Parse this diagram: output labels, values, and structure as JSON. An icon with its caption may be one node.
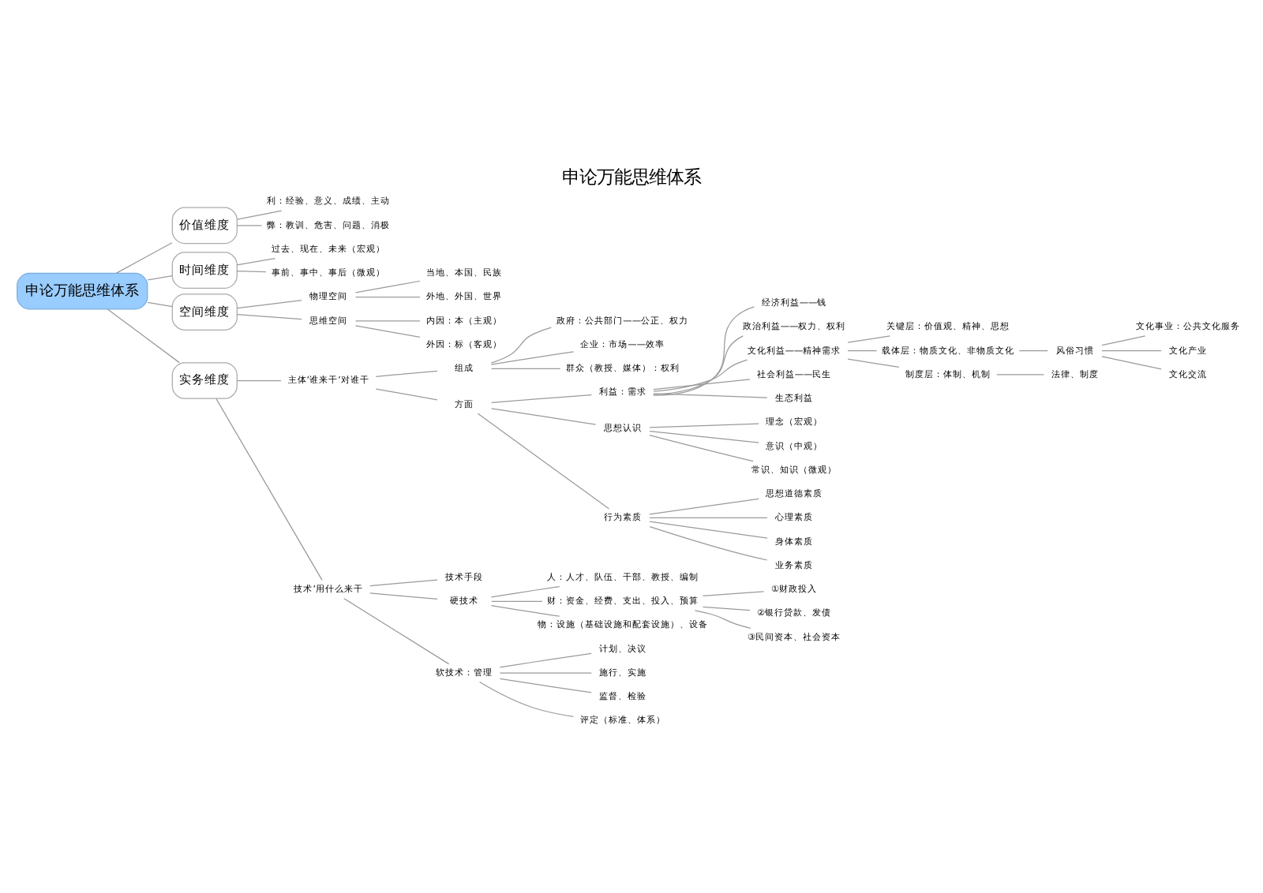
{
  "diagram": {
    "title": "申论万能思维体系",
    "nodes": [
      {
        "text": [
          "申论万能思维体系"
        ]
      },
      {
        "text": [
          "价值维度"
        ]
      },
      {
        "text": [
          "利：经验、意义、成绩、主动"
        ]
      },
      {
        "text": [
          "弊：教训、危害、问题、消极"
        ]
      },
      {
        "text": [
          "时间维度"
        ]
      },
      {
        "text": [
          "过去、现在、未来（宏观）"
        ]
      },
      {
        "text": [
          "事前、事中、事后（微观）"
        ]
      },
      {
        "text": [
          "空间维度"
        ]
      },
      {
        "text": [
          "物理空间"
        ]
      },
      {
        "text": [
          "当地、本国、民族"
        ]
      },
      {
        "text": [
          "外地、外国、世界"
        ]
      },
      {
        "text": [
          "思维空间"
        ]
      },
      {
        "text": [
          "内因：本（主观）"
        ]
      },
      {
        "text": [
          "外因：标（客观）"
        ]
      },
      {
        "text": [
          "实务维度"
        ]
      },
      {
        "text": [
          "主体‘谁来干‘对谁干"
        ]
      },
      {
        "text": [
          "组成"
        ]
      },
      {
        "text": [
          "政府：公共部门——公正、权力"
        ]
      },
      {
        "text": [
          "企业：市场——效率"
        ]
      },
      {
        "text": [
          "群众（教授、媒体）：权利"
        ]
      },
      {
        "text": [
          "方面"
        ]
      },
      {
        "text": [
          "利益：需求"
        ]
      },
      {
        "text": [
          "经济利益——钱"
        ]
      },
      {
        "text": [
          "政治利益——权力、权利"
        ]
      },
      {
        "text": [
          "文化利益——精神需求"
        ]
      },
      {
        "text": [
          "关键层：价值观、精神、思想"
        ]
      },
      {
        "text": [
          "载体层：物质文化、非物质文化"
        ]
      },
      {
        "text": [
          "风俗习惯"
        ]
      },
      {
        "text": [
          "文化事业：公共文化服务"
        ]
      },
      {
        "text": [
          "文化产业"
        ]
      },
      {
        "text": [
          "文化交流"
        ]
      },
      {
        "text": [
          "制度层：体制、机制"
        ]
      },
      {
        "text": [
          "法律、制度"
        ]
      },
      {
        "text": [
          "社会利益——民生"
        ]
      },
      {
        "text": [
          "生态利益"
        ]
      },
      {
        "text": [
          "思想认识"
        ]
      },
      {
        "text": [
          "理念（宏观）"
        ]
      },
      {
        "text": [
          "意识（中观）"
        ]
      },
      {
        "text": [
          "常识、知识（微观）"
        ]
      },
      {
        "text": [
          "行为素质"
        ]
      },
      {
        "text": [
          "思想道德素质"
        ]
      },
      {
        "text": [
          "心理素质"
        ]
      },
      {
        "text": [
          "身体素质"
        ]
      },
      {
        "text": [
          "业务素质"
        ]
      },
      {
        "text": [
          "技术‘用什么来干"
        ]
      },
      {
        "text": [
          "技术手段"
        ]
      },
      {
        "text": [
          "硬技术"
        ]
      },
      {
        "text": [
          "人：人才、队伍、干部、教授、编制"
        ]
      },
      {
        "text": [
          "财：资金、经费、支出、投入、预算"
        ]
      },
      {
        "text": [
          "①财政投入"
        ]
      },
      {
        "text": [
          "②银行贷款、发债"
        ]
      },
      {
        "text": [
          "③民间资本、社会资本"
        ]
      },
      {
        "text": [
          "物：设施（基础设施和配套设施）、设备"
        ]
      },
      {
        "text": [
          "软技术：管理"
        ]
      },
      {
        "text": [
          "计划、决议"
        ]
      },
      {
        "text": [
          "施行、实施"
        ]
      },
      {
        "text": [
          "监督、检验"
        ]
      },
      {
        "text": [
          "评定（标准、体系）"
        ]
      }
    ],
    "edges": [
      {
        "from": 0,
        "to": 1,
        "arrow": "none"
      },
      {
        "from": 1,
        "to": 2,
        "arrow": "none"
      },
      {
        "from": 1,
        "to": 3,
        "arrow": "none"
      },
      {
        "from": 0,
        "to": 4,
        "arrow": "none"
      },
      {
        "from": 4,
        "to": 5,
        "arrow": "none"
      },
      {
        "from": 4,
        "to": 6,
        "arrow": "none"
      },
      {
        "from": 0,
        "to": 7,
        "arrow": "none"
      },
      {
        "from": 7,
        "to": 8,
        "arrow": "none"
      },
      {
        "from": 8,
        "to": 9,
        "arrow": "none"
      },
      {
        "from": 8,
        "to": 10,
        "arrow": "none"
      },
      {
        "from": 7,
        "to": 11,
        "arrow": "none"
      },
      {
        "from": 11,
        "to": 12,
        "arrow": "none"
      },
      {
        "from": 11,
        "to": 13,
        "arrow": "none"
      },
      {
        "from": 0,
        "to": 14,
        "arrow": "none"
      },
      {
        "from": 14,
        "to": 15,
        "arrow": "none"
      },
      {
        "from": 15,
        "to": 16,
        "arrow": "none"
      },
      {
        "from": 16,
        "to": 17,
        "arrow": "none"
      },
      {
        "from": 16,
        "to": 18,
        "arrow": "none"
      },
      {
        "from": 16,
        "to": 19,
        "arrow": "none"
      },
      {
        "from": 15,
        "to": 20,
        "arrow": "none"
      },
      {
        "from": 20,
        "to": 21,
        "arrow": "none"
      },
      {
        "from": 21,
        "to": 22,
        "arrow": "none"
      },
      {
        "from": 21,
        "to": 23,
        "arrow": "none"
      },
      {
        "from": 21,
        "to": 24,
        "arrow": "none"
      },
      {
        "from": 24,
        "to": 25,
        "arrow": "none"
      },
      {
        "from": 24,
        "to": 26,
        "arrow": "none"
      },
      {
        "from": 26,
        "to": 27,
        "arrow": "none"
      },
      {
        "from": 27,
        "to": 28,
        "arrow": "none"
      },
      {
        "from": 27,
        "to": 29,
        "arrow": "none"
      },
      {
        "from": 27,
        "to": 30,
        "arrow": "none"
      },
      {
        "from": 24,
        "to": 31,
        "arrow": "none"
      },
      {
        "from": 31,
        "to": 32,
        "arrow": "none"
      },
      {
        "from": 21,
        "to": 33,
        "arrow": "none"
      },
      {
        "from": 21,
        "to": 34,
        "arrow": "none"
      },
      {
        "from": 20,
        "to": 35,
        "arrow": "none"
      },
      {
        "from": 35,
        "to": 36,
        "arrow": "none"
      },
      {
        "from": 35,
        "to": 37,
        "arrow": "none"
      },
      {
        "from": 35,
        "to": 38,
        "arrow": "none"
      },
      {
        "from": 20,
        "to": 39,
        "arrow": "none"
      },
      {
        "from": 39,
        "to": 40,
        "arrow": "none"
      },
      {
        "from": 39,
        "to": 41,
        "arrow": "none"
      },
      {
        "from": 39,
        "to": 42,
        "arrow": "none"
      },
      {
        "from": 39,
        "to": 43,
        "arrow": "none"
      },
      {
        "from": 14,
        "to": 44,
        "arrow": "none"
      },
      {
        "from": 44,
        "to": 45,
        "arrow": "none"
      },
      {
        "from": 44,
        "to": 46,
        "arrow": "none"
      },
      {
        "from": 46,
        "to": 47,
        "arrow": "none"
      },
      {
        "from": 46,
        "to": 48,
        "arrow": "none"
      },
      {
        "from": 48,
        "to": 49,
        "arrow": "none"
      },
      {
        "from": 48,
        "to": 50,
        "arrow": "none"
      },
      {
        "from": 48,
        "to": 51,
        "arrow": "none"
      },
      {
        "from": 46,
        "to": 52,
        "arrow": "none"
      },
      {
        "from": 44,
        "to": 53,
        "arrow": "none"
      },
      {
        "from": 53,
        "to": 54,
        "arrow": "none"
      },
      {
        "from": 53,
        "to": 55,
        "arrow": "none"
      },
      {
        "from": 53,
        "to": 56,
        "arrow": "none"
      },
      {
        "from": 53,
        "to": 57,
        "arrow": "none"
      }
    ]
  }
}
